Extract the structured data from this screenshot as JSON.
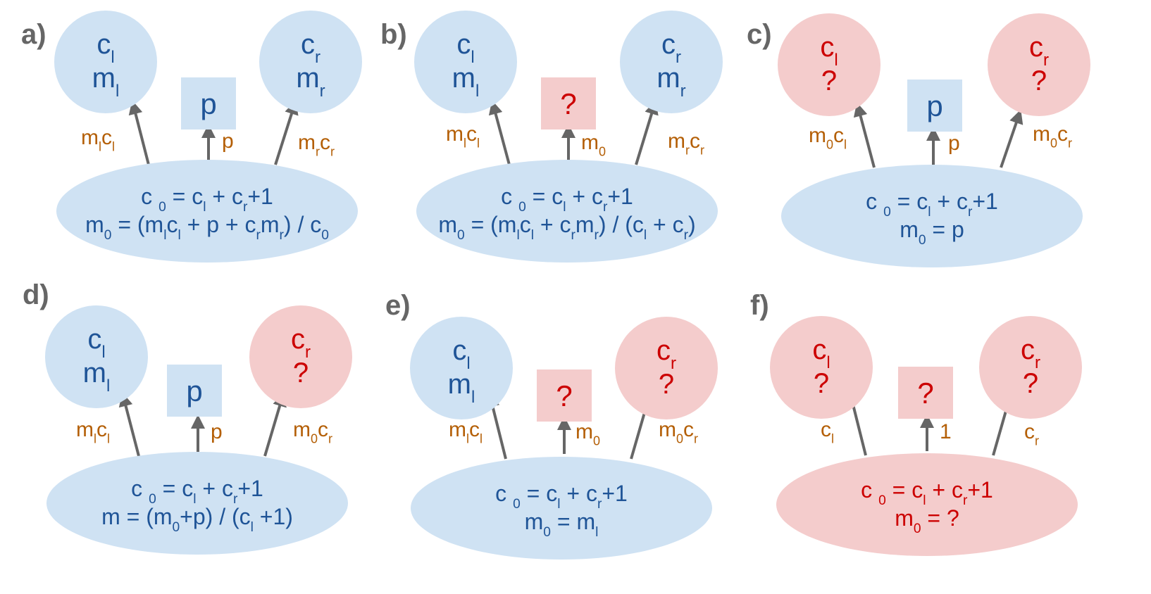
{
  "colors": {
    "known_fill": "#cfe2f3",
    "unknown_fill": "#f4cccc",
    "known_text": "#1f5497",
    "unknown_text": "#cc0000",
    "edge_label": "#b45f06",
    "arrow": "#666666",
    "panel_label": "#666666"
  },
  "panels": [
    {
      "id": "a",
      "label": "a)",
      "left": {
        "state": "known",
        "count": {
          "b": "c",
          "s": "l"
        },
        "mean": {
          "b": "m",
          "s": "l"
        }
      },
      "middle": {
        "state": "known",
        "text": "p"
      },
      "right": {
        "state": "known",
        "count": {
          "b": "c",
          "s": "r"
        },
        "mean": {
          "b": "m",
          "s": "r"
        }
      },
      "edges": {
        "left": [
          [
            "m",
            "l"
          ],
          [
            "c",
            "l"
          ]
        ],
        "middle": [
          [
            "p",
            ""
          ]
        ],
        "right": [
          [
            "m",
            "r"
          ],
          [
            "c",
            "r"
          ]
        ]
      },
      "root": {
        "state": "known",
        "line1": [
          [
            "c",
            ""
          ],
          [
            " ",
            "0"
          ],
          [
            " = c",
            "l"
          ],
          [
            " + c",
            "r"
          ],
          [
            "+1",
            ""
          ]
        ],
        "line2": [
          [
            "m",
            "0"
          ],
          [
            " = (m",
            "l"
          ],
          [
            "c",
            "l"
          ],
          [
            " + p + c",
            "r"
          ],
          [
            "m",
            "r"
          ],
          [
            ") / c",
            "0"
          ]
        ]
      }
    },
    {
      "id": "b",
      "label": "b)",
      "left": {
        "state": "known",
        "count": {
          "b": "c",
          "s": "l"
        },
        "mean": {
          "b": "m",
          "s": "l"
        }
      },
      "middle": {
        "state": "unknown",
        "text": "?"
      },
      "right": {
        "state": "known",
        "count": {
          "b": "c",
          "s": "r"
        },
        "mean": {
          "b": "m",
          "s": "r"
        }
      },
      "edges": {
        "left": [
          [
            "m",
            "l"
          ],
          [
            "c",
            "l"
          ]
        ],
        "middle": [
          [
            "m",
            "0"
          ]
        ],
        "right": [
          [
            "m",
            "r"
          ],
          [
            "c",
            "r"
          ]
        ]
      },
      "root": {
        "state": "known",
        "line1": [
          [
            "c",
            ""
          ],
          [
            " ",
            "0"
          ],
          [
            " = c",
            "l"
          ],
          [
            " + c",
            "r"
          ],
          [
            "+1",
            ""
          ]
        ],
        "line2": [
          [
            "m",
            "0"
          ],
          [
            " = (m",
            "l"
          ],
          [
            "c",
            "l"
          ],
          [
            " + c",
            "r"
          ],
          [
            "m",
            "r"
          ],
          [
            ") / (c",
            "l"
          ],
          [
            " + c",
            "r"
          ],
          [
            ")",
            ""
          ]
        ]
      }
    },
    {
      "id": "c",
      "label": "c)",
      "left": {
        "state": "unknown",
        "count": {
          "b": "c",
          "s": "l"
        },
        "mean": {
          "b": "?",
          "s": ""
        }
      },
      "middle": {
        "state": "known",
        "text": "p"
      },
      "right": {
        "state": "unknown",
        "count": {
          "b": "c",
          "s": "r"
        },
        "mean": {
          "b": "?",
          "s": ""
        }
      },
      "edges": {
        "left": [
          [
            "m",
            "0"
          ],
          [
            "c",
            "l"
          ]
        ],
        "middle": [
          [
            "p",
            ""
          ]
        ],
        "right": [
          [
            "m",
            "0"
          ],
          [
            "c",
            "r"
          ]
        ]
      },
      "root": {
        "state": "known",
        "line1": [
          [
            "c",
            ""
          ],
          [
            " ",
            "0"
          ],
          [
            " = c",
            "l"
          ],
          [
            " + c",
            "r"
          ],
          [
            "+1",
            ""
          ]
        ],
        "line2": [
          [
            "m",
            "0"
          ],
          [
            " = p",
            ""
          ]
        ]
      }
    },
    {
      "id": "d",
      "label": "d)",
      "left": {
        "state": "known",
        "count": {
          "b": "c",
          "s": "l"
        },
        "mean": {
          "b": "m",
          "s": "l"
        }
      },
      "middle": {
        "state": "known",
        "text": "p"
      },
      "right": {
        "state": "unknown",
        "count": {
          "b": "c",
          "s": "r"
        },
        "mean": {
          "b": "?",
          "s": ""
        }
      },
      "edges": {
        "left": [
          [
            "m",
            "l"
          ],
          [
            "c",
            "l"
          ]
        ],
        "middle": [
          [
            "p",
            ""
          ]
        ],
        "right": [
          [
            "m",
            "0"
          ],
          [
            "c",
            "r"
          ]
        ]
      },
      "root": {
        "state": "known",
        "line1": [
          [
            "c",
            ""
          ],
          [
            " ",
            "0"
          ],
          [
            " = c",
            "l"
          ],
          [
            " + c",
            "r"
          ],
          [
            "+1",
            ""
          ]
        ],
        "line2": [
          [
            "m",
            ""
          ],
          [
            " = (m",
            "0"
          ],
          [
            "+p) / (c",
            "l"
          ],
          [
            " +1)",
            ""
          ]
        ]
      }
    },
    {
      "id": "e",
      "label": "e)",
      "left": {
        "state": "known",
        "count": {
          "b": "c",
          "s": "l"
        },
        "mean": {
          "b": "m",
          "s": "l"
        }
      },
      "middle": {
        "state": "unknown",
        "text": "?"
      },
      "right": {
        "state": "unknown",
        "count": {
          "b": "c",
          "s": "r"
        },
        "mean": {
          "b": "?",
          "s": ""
        }
      },
      "edges": {
        "left": [
          [
            "m",
            "l"
          ],
          [
            "c",
            "l"
          ]
        ],
        "middle": [
          [
            "m",
            "0"
          ]
        ],
        "right": [
          [
            "m",
            "0"
          ],
          [
            "c",
            "r"
          ]
        ]
      },
      "root": {
        "state": "known",
        "line1": [
          [
            "c",
            ""
          ],
          [
            " ",
            "0"
          ],
          [
            " = c",
            "l"
          ],
          [
            " + c",
            "r"
          ],
          [
            "+1",
            ""
          ]
        ],
        "line2": [
          [
            "m",
            "0"
          ],
          [
            " = m",
            "l"
          ]
        ]
      }
    },
    {
      "id": "f",
      "label": "f)",
      "left": {
        "state": "unknown",
        "count": {
          "b": "c",
          "s": "l"
        },
        "mean": {
          "b": "?",
          "s": ""
        }
      },
      "middle": {
        "state": "unknown",
        "text": "?"
      },
      "right": {
        "state": "unknown",
        "count": {
          "b": "c",
          "s": "r"
        },
        "mean": {
          "b": "?",
          "s": ""
        }
      },
      "edges": {
        "left": [
          [
            "c",
            "l"
          ]
        ],
        "middle": [
          [
            "1",
            ""
          ]
        ],
        "right": [
          [
            "c",
            "r"
          ]
        ]
      },
      "root": {
        "state": "unknown",
        "line1": [
          [
            "c",
            ""
          ],
          [
            " ",
            "0"
          ],
          [
            " = c",
            "l"
          ],
          [
            " + c",
            "r"
          ],
          [
            "+1",
            ""
          ]
        ],
        "line2": [
          [
            "m",
            "0"
          ],
          [
            " = ?",
            ""
          ]
        ]
      }
    }
  ]
}
